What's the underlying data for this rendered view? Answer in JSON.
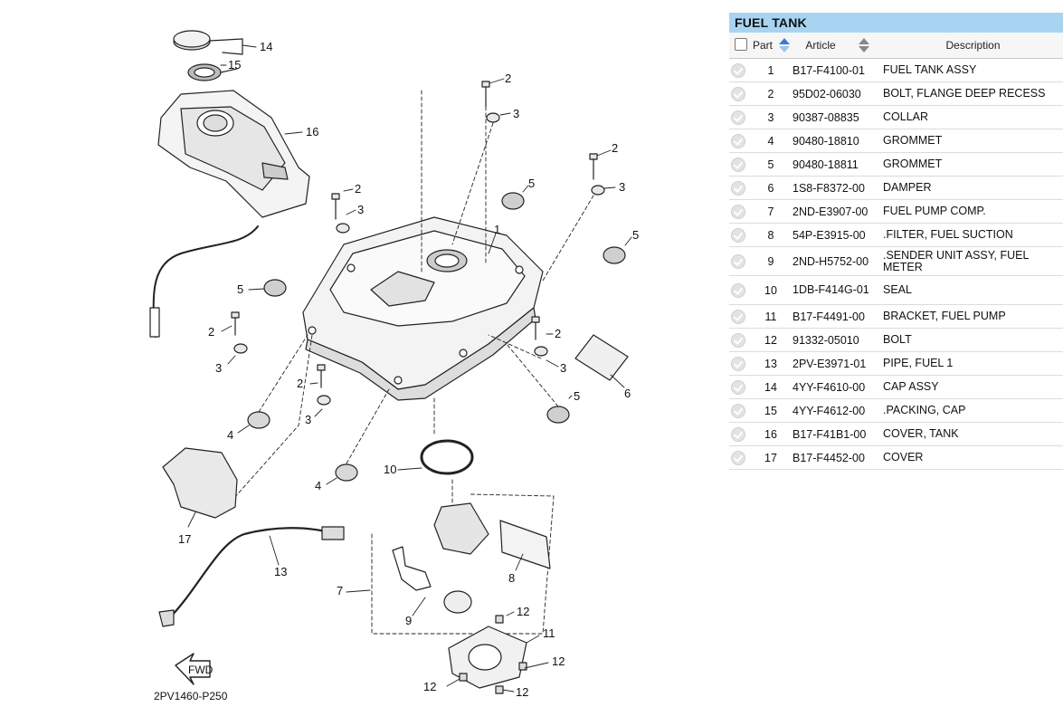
{
  "diagram": {
    "code": "2PV1460-P250",
    "callouts": [
      "1",
      "2",
      "3",
      "4",
      "5",
      "6",
      "7",
      "8",
      "9",
      "10",
      "11",
      "12",
      "13",
      "14",
      "15",
      "16",
      "17"
    ],
    "arrow_label": "FWD"
  },
  "panel": {
    "title": "FUEL TANK",
    "headers": {
      "part": "Part",
      "article": "Article",
      "description": "Description"
    },
    "rows": [
      {
        "part": "1",
        "article": "B17-F4100-01",
        "description": "FUEL TANK ASSY"
      },
      {
        "part": "2",
        "article": "95D02-06030",
        "description": "BOLT, FLANGE DEEP RECESS"
      },
      {
        "part": "3",
        "article": "90387-08835",
        "description": "COLLAR"
      },
      {
        "part": "4",
        "article": "90480-18810",
        "description": "GROMMET"
      },
      {
        "part": "5",
        "article": "90480-18811",
        "description": "GROMMET"
      },
      {
        "part": "6",
        "article": "1S8-F8372-00",
        "description": "DAMPER"
      },
      {
        "part": "7",
        "article": "2ND-E3907-00",
        "description": "FUEL PUMP COMP."
      },
      {
        "part": "8",
        "article": "54P-E3915-00",
        "description": ".FILTER, FUEL SUCTION"
      },
      {
        "part": "9",
        "article": "2ND-H5752-00",
        "description": ".SENDER UNIT ASSY, FUEL METER"
      },
      {
        "part": "10",
        "article": "1DB-F414G-01",
        "description": "SEAL"
      },
      {
        "part": "11",
        "article": "B17-F4491-00",
        "description": "BRACKET, FUEL PUMP"
      },
      {
        "part": "12",
        "article": "91332-05010",
        "description": "BOLT"
      },
      {
        "part": "13",
        "article": "2PV-E3971-01",
        "description": "PIPE, FUEL 1"
      },
      {
        "part": "14",
        "article": "4YY-F4610-00",
        "description": "CAP ASSY"
      },
      {
        "part": "15",
        "article": "4YY-F4612-00",
        "description": ".PACKING, CAP"
      },
      {
        "part": "16",
        "article": "B17-F41B1-00",
        "description": "COVER, TANK"
      },
      {
        "part": "17",
        "article": "B17-F4452-00",
        "description": "COVER"
      }
    ]
  }
}
